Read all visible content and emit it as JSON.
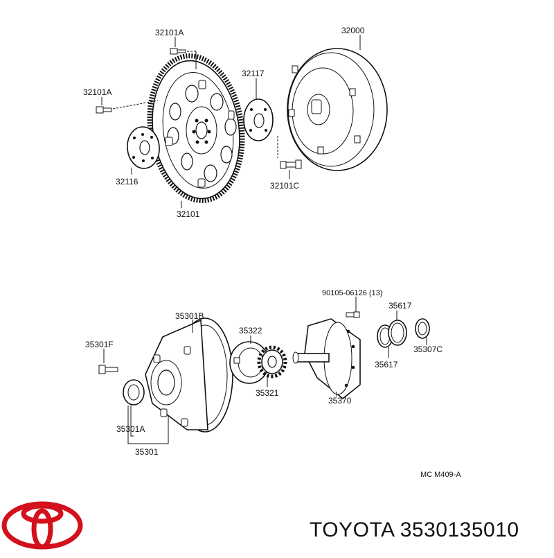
{
  "labels": {
    "p32101A_top": "32101A",
    "p32000": "32000",
    "p32117": "32117",
    "p32101A_left": "32101A",
    "p32116": "32116",
    "p32101C": "32101C",
    "p32101": "32101",
    "p90105": "90105-06126 (13)",
    "p35617_top": "35617",
    "p35301B": "35301B",
    "p35322": "35322",
    "p35301F": "35301F",
    "p35307C": "35307C",
    "p35617_bottom": "35617",
    "p35321": "35321",
    "p35370": "35370",
    "p35301A": "35301A",
    "p35301": "35301"
  },
  "reference_code": "MC M409-A",
  "brand_text": "TOYOTA 3530135010",
  "colors": {
    "logo": "#d3101c",
    "ink": "#111111"
  }
}
